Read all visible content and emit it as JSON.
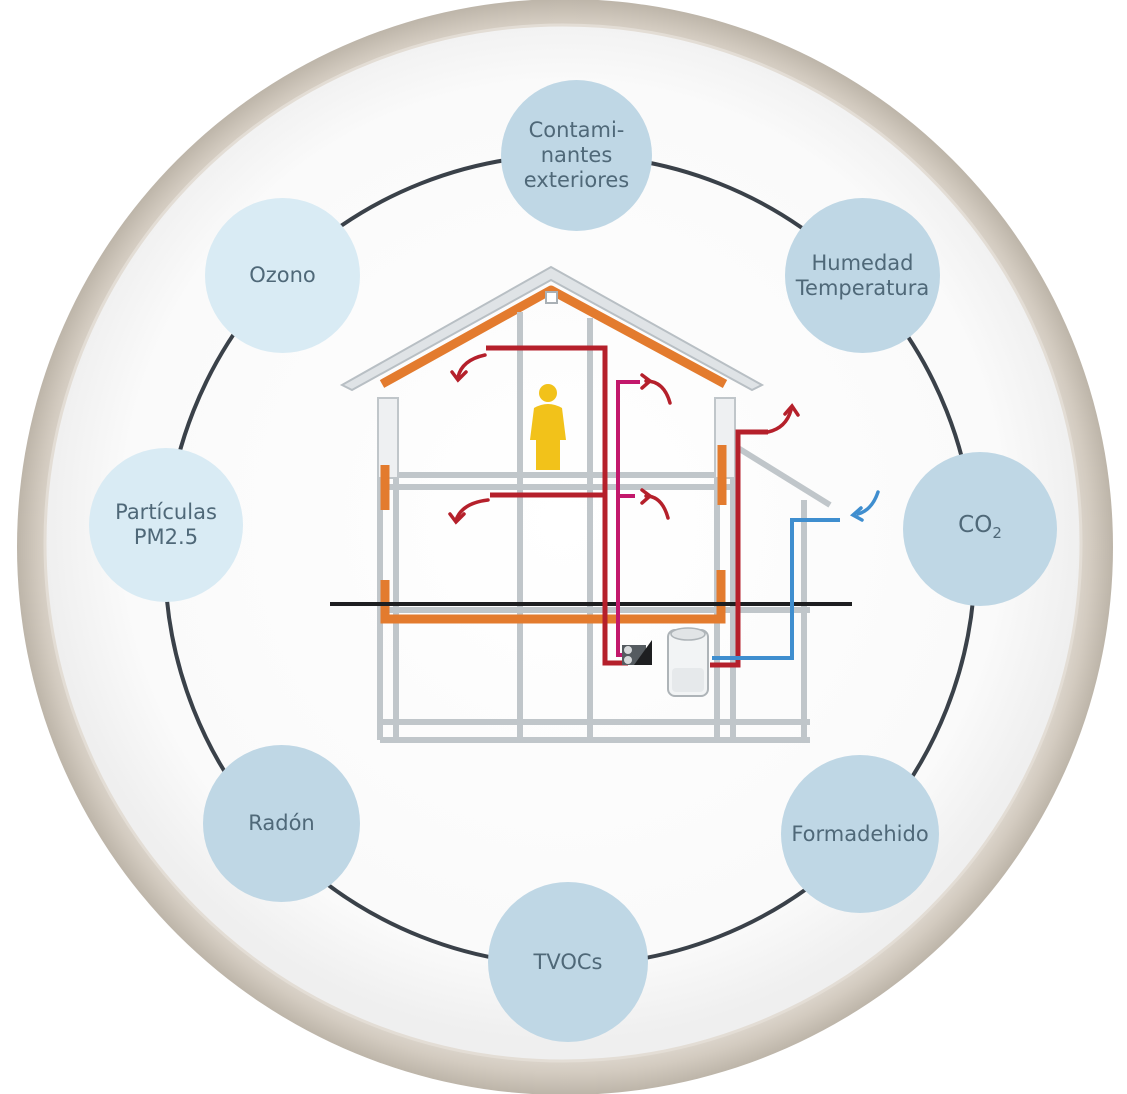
{
  "labels": {
    "outdoor": "Contami-\nnantes\nexteriores",
    "humidity": "Humedad\nTemperatura",
    "co2_main": "CO",
    "co2_sub": "2",
    "formaldehyde": "Formadehido",
    "tvocs": "TVOCs",
    "radon": "Radón",
    "particles": "Partículas\nPM2.5",
    "ozone": "Ozono"
  },
  "colors": {
    "bubble_dark": "#bfd7e5",
    "bubble_light": "#d9ebf4",
    "label_text": "#4f6878",
    "orbit_ring": "#3a4149",
    "frame_outer": "#cfc7bc",
    "house_outline": "#b8bfc4",
    "insulation": "#e37b2e",
    "supply_duct": "#b5202b",
    "exhaust_duct": "#c2186b",
    "intake_duct": "#3f8ecf",
    "occupant": "#f2c21a"
  }
}
